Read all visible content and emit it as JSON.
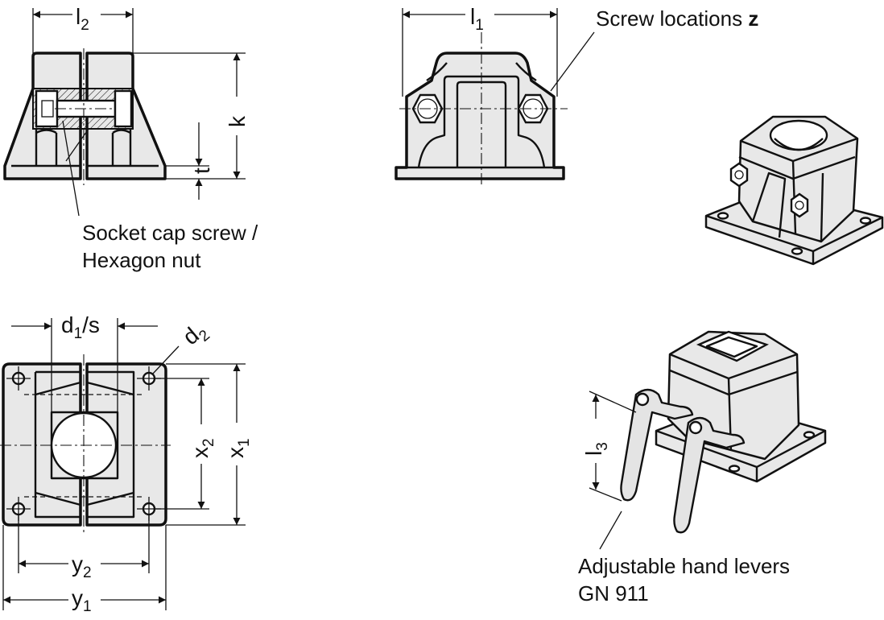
{
  "labels": {
    "screw_locations": "Screw locations",
    "screw_locations_var": "z",
    "socket_cap_line1": "Socket cap screw /",
    "socket_cap_line2": "Hexagon nut",
    "hand_levers_line1": "Adjustable hand levers",
    "hand_levers_line2": "GN 911"
  },
  "dimensions": {
    "l2": {
      "main": "l",
      "sub": "2"
    },
    "l1": {
      "main": "l",
      "sub": "1"
    },
    "k": {
      "main": "k"
    },
    "t": {
      "main": "t"
    },
    "d1s": {
      "main": "d",
      "sub": "1",
      "suffix": "/s"
    },
    "d2": {
      "main": "d",
      "sub": "2"
    },
    "x1": {
      "main": "x",
      "sub": "1"
    },
    "x2": {
      "main": "x",
      "sub": "2"
    },
    "y1": {
      "main": "y",
      "sub": "1"
    },
    "y2": {
      "main": "y",
      "sub": "2"
    },
    "l3": {
      "main": "l",
      "sub": "3"
    }
  },
  "colors": {
    "line": "#111111",
    "fill": "#e8e8e8",
    "background": "#ffffff"
  }
}
